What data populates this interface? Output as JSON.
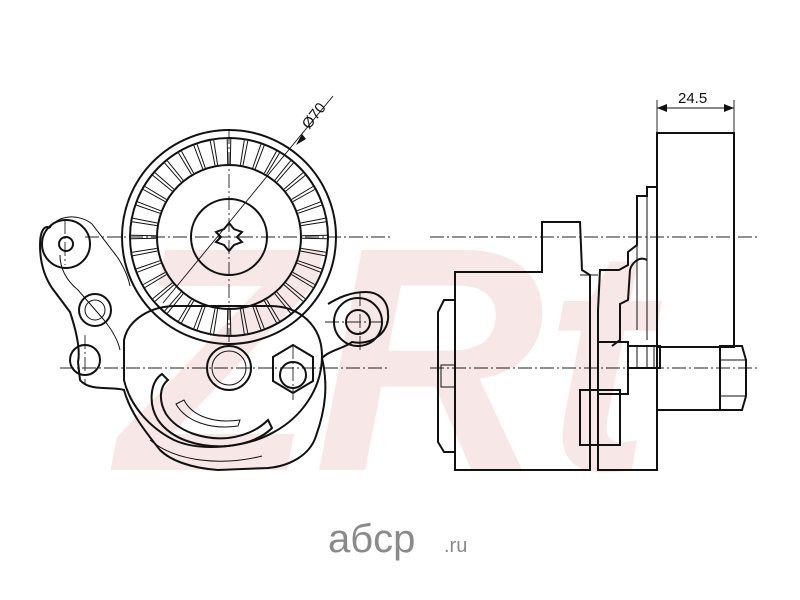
{
  "watermark": {
    "text": "ZRt",
    "color": "#e9b8b8"
  },
  "dimensions": {
    "diameter_label": "Ø70",
    "width_label": "24.5"
  },
  "logo": {
    "text": "aбcp",
    "suffix": ".ru",
    "color": "#8a8a8a"
  },
  "views": {
    "front": "front-view",
    "side": "side-view"
  }
}
